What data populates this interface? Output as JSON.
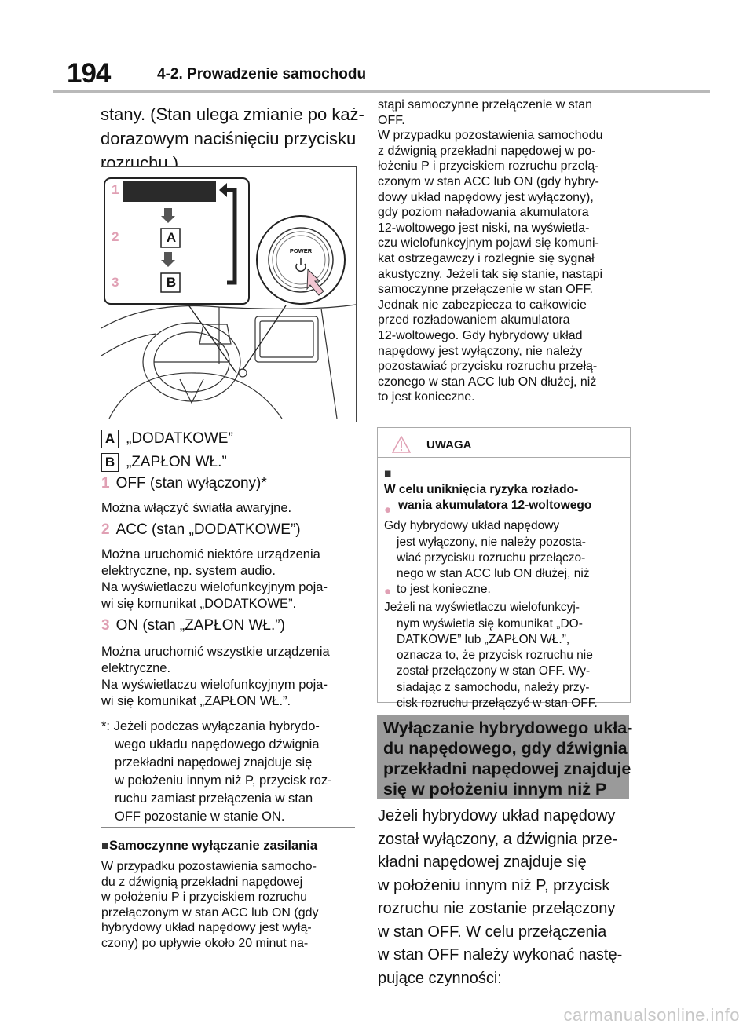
{
  "header": {
    "page_number": "194",
    "section": "4-2. Prowadzenie samochodu"
  },
  "left_intro": [
    "stany. (Stan ulega zmianie po każ-",
    "dorazowym naciśnięciu przycisku",
    "rozruchu.)"
  ],
  "figure": {
    "steps": [
      "1",
      "2",
      "3"
    ],
    "boxes": [
      "A",
      "B"
    ],
    "power_label": "POWER"
  },
  "legend": {
    "a_letter": "A",
    "a_text": "„DODATKOWE”",
    "b_letter": "B",
    "b_text": "„ZAPŁON WŁ.”"
  },
  "items": [
    {
      "num": "1",
      "title": "OFF (stan wyłączony)*",
      "desc": [
        "Można włączyć światła awaryjne."
      ]
    },
    {
      "num": "2",
      "title": "ACC (stan „DODATKOWE”)",
      "desc": [
        "Można uruchomić niektóre urządzenia",
        "elektryczne, np. system audio.",
        "Na wyświetlaczu wielofunkcyjnym poja-",
        "wi się komunikat „DODATKOWE”."
      ]
    },
    {
      "num": "3",
      "title": "ON (stan „ZAPŁON WŁ.”)",
      "desc": [
        "Można uruchomić wszystkie urządzenia",
        "elektryczne.",
        "Na wyświetlaczu wielofunkcyjnym poja-",
        "wi się komunikat „ZAPŁON WŁ.”."
      ]
    }
  ],
  "footnote": [
    "*: Jeżeli podczas wyłączania hybrydo-",
    "wego układu napędowego dźwignia",
    "przekładni napędowej znajduje się",
    "w położeniu innym niż P, przycisk roz-",
    "ruchu zamiast przełączenia w stan",
    "OFF pozostanie w stanie ON."
  ],
  "auto_off": {
    "heading": "Samoczynne wyłączanie zasilania",
    "lines": [
      "W przypadku pozostawienia samocho-",
      "du z dźwignią przekładni napędowej",
      "w położeniu P i przyciskiem rozruchu",
      "przełączonym w stan ACC lub ON (gdy",
      "hybrydowy układ napędowy jest wyłą-",
      "czony) po upływie około 20 minut na-"
    ]
  },
  "right_top": [
    "stąpi samoczynne przełączenie w stan",
    "OFF.",
    "W przypadku pozostawienia samochodu",
    "z dźwignią przekładni napędowej w po-",
    "łożeniu P i przyciskiem rozruchu przełą-",
    "czonym w stan ACC lub ON (gdy hybry-",
    "dowy układ napędowy jest wyłączony),",
    "gdy poziom naładowania akumulatora",
    "12-woltowego jest niski, na wyświetla-",
    "czu wielofunkcyjnym pojawi się komuni-",
    "kat ostrzegawczy i rozlegnie się sygnał",
    "akustyczny. Jeżeli tak się stanie, nastąpi",
    "samoczynne przełączenie w stan OFF.",
    "Jednak nie zabezpiecza to całkowicie",
    "przed rozładowaniem akumulatora",
    "12-woltowego. Gdy hybrydowy układ",
    "napędowy jest wyłączony, nie należy",
    "pozostawiać przycisku rozruchu przełą-",
    "czonego w stan ACC lub ON dłużej, niż",
    "to jest konieczne."
  ],
  "warning": {
    "title": "UWAGA",
    "subheading": [
      "W celu uniknięcia ryzyka rozłado-",
      "wania akumulatora 12-woltowego"
    ],
    "bullet1": [
      "Gdy hybrydowy układ napędowy",
      "jest wyłączony, nie należy pozosta-",
      "wiać przycisku rozruchu przełączo-",
      "nego w stan ACC lub ON dłużej, niż",
      "to jest konieczne."
    ],
    "bullet2": [
      "Jeżeli na wyświetlaczu wielofunkcyj-",
      "nym wyświetla się komunikat „DO-",
      "DATKOWE” lub „ZAPŁON WŁ.”,",
      "oznacza to, że przycisk rozruchu nie",
      "został przełączony w stan OFF. Wy-",
      "siadając z samochodu, należy przy-",
      "cisk rozruchu przełączyć w stan OFF."
    ]
  },
  "gray_heading": [
    "Wyłączanie hybrydowego ukła-",
    "du napędowego, gdy dźwignia",
    "przekładni napędowej znajduje",
    "się w położeniu innym niż P"
  ],
  "right_bottom": [
    "Jeżeli hybrydowy układ napędowy",
    "został wyłączony, a dźwignia prze-",
    "kładni napędowej znajduje się",
    "w położeniu innym niż P, przycisk",
    "rozruchu nie zostanie przełączony",
    "w stan OFF. W celu przełączenia",
    "w stan OFF należy wykonać nastę-",
    "pujące czynności:"
  ],
  "watermark": "carmanualsonline.info"
}
